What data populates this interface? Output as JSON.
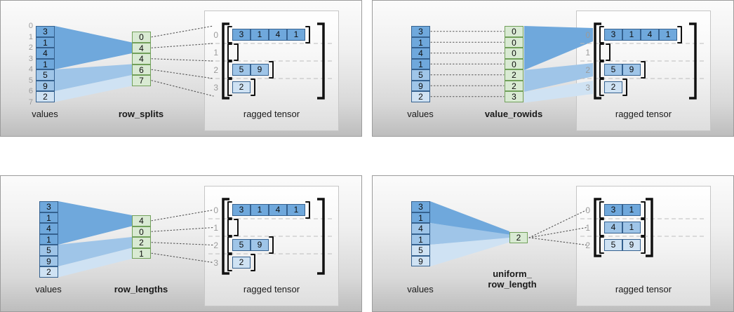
{
  "colors": {
    "blue_dark": "#6fa8dc",
    "blue_medium": "#9fc5e8",
    "blue_light": "#cfe2f3",
    "blue_border": "#35618f",
    "green_fill": "#d9ead3",
    "green_border": "#71a05a",
    "bracket": "#111111",
    "index_gray": "#9b9b9b",
    "connector": "#555555",
    "separator": "#bdbdbd"
  },
  "panels": [
    {
      "id": "row_splits",
      "values_label": "values",
      "method_label_lines": [
        "row_splits"
      ],
      "tensor_label": "ragged tensor",
      "boundary_indices": [
        "0",
        "1",
        "2",
        "3",
        "4",
        "5",
        "6",
        "7"
      ],
      "values": [
        {
          "v": "3",
          "shade": "dark"
        },
        {
          "v": "1",
          "shade": "dark"
        },
        {
          "v": "4",
          "shade": "dark"
        },
        {
          "v": "1",
          "shade": "dark"
        },
        {
          "v": "5",
          "shade": "medium"
        },
        {
          "v": "9",
          "shade": "medium"
        },
        {
          "v": "2",
          "shade": "light"
        }
      ],
      "param_cells": [
        "0",
        "4",
        "4",
        "6",
        "7"
      ],
      "tensor_rows": [
        {
          "index": "0",
          "shade": "dark",
          "cells": [
            "3",
            "1",
            "4",
            "1"
          ]
        },
        {
          "index": "1",
          "shade": "dark",
          "cells": []
        },
        {
          "index": "2",
          "shade": "medium",
          "cells": [
            "5",
            "9"
          ]
        },
        {
          "index": "3",
          "shade": "light",
          "cells": [
            "2"
          ]
        }
      ]
    },
    {
      "id": "value_rowids",
      "values_label": "values",
      "method_label_lines": [
        "value_rowids"
      ],
      "tensor_label": "ragged tensor",
      "boundary_indices": [],
      "values": [
        {
          "v": "3",
          "shade": "dark"
        },
        {
          "v": "1",
          "shade": "dark"
        },
        {
          "v": "4",
          "shade": "dark"
        },
        {
          "v": "1",
          "shade": "dark"
        },
        {
          "v": "5",
          "shade": "medium"
        },
        {
          "v": "9",
          "shade": "medium"
        },
        {
          "v": "2",
          "shade": "light"
        }
      ],
      "param_cells": [
        "0",
        "0",
        "0",
        "0",
        "2",
        "2",
        "3"
      ],
      "tensor_rows": [
        {
          "index": "0",
          "shade": "dark",
          "cells": [
            "3",
            "1",
            "4",
            "1"
          ]
        },
        {
          "index": "1",
          "shade": "dark",
          "cells": []
        },
        {
          "index": "2",
          "shade": "medium",
          "cells": [
            "5",
            "9"
          ]
        },
        {
          "index": "3",
          "shade": "light",
          "cells": [
            "2"
          ]
        }
      ]
    },
    {
      "id": "row_lengths",
      "values_label": "values",
      "method_label_lines": [
        "row_lengths"
      ],
      "tensor_label": "ragged tensor",
      "boundary_indices": [],
      "values": [
        {
          "v": "3",
          "shade": "dark"
        },
        {
          "v": "1",
          "shade": "dark"
        },
        {
          "v": "4",
          "shade": "dark"
        },
        {
          "v": "1",
          "shade": "dark"
        },
        {
          "v": "5",
          "shade": "medium"
        },
        {
          "v": "9",
          "shade": "medium"
        },
        {
          "v": "2",
          "shade": "light"
        }
      ],
      "param_cells": [
        "4",
        "0",
        "2",
        "1"
      ],
      "tensor_rows": [
        {
          "index": "0",
          "shade": "dark",
          "cells": [
            "3",
            "1",
            "4",
            "1"
          ]
        },
        {
          "index": "1",
          "shade": "dark",
          "cells": []
        },
        {
          "index": "2",
          "shade": "medium",
          "cells": [
            "5",
            "9"
          ]
        },
        {
          "index": "3",
          "shade": "light",
          "cells": [
            "2"
          ]
        }
      ]
    },
    {
      "id": "uniform_row_length",
      "values_label": "values",
      "method_label_lines": [
        "uniform_",
        "row_length"
      ],
      "tensor_label": "ragged tensor",
      "boundary_indices": [],
      "values": [
        {
          "v": "3",
          "shade": "dark"
        },
        {
          "v": "1",
          "shade": "dark"
        },
        {
          "v": "4",
          "shade": "medium"
        },
        {
          "v": "1",
          "shade": "medium"
        },
        {
          "v": "5",
          "shade": "light"
        },
        {
          "v": "9",
          "shade": "light"
        }
      ],
      "param_cells": [
        "2"
      ],
      "tensor_rows": [
        {
          "index": "0",
          "shade": "dark",
          "cells": [
            "3",
            "1"
          ]
        },
        {
          "index": "1",
          "shade": "medium",
          "cells": [
            "4",
            "1"
          ]
        },
        {
          "index": "2",
          "shade": "light",
          "cells": [
            "5",
            "9"
          ]
        }
      ]
    }
  ]
}
